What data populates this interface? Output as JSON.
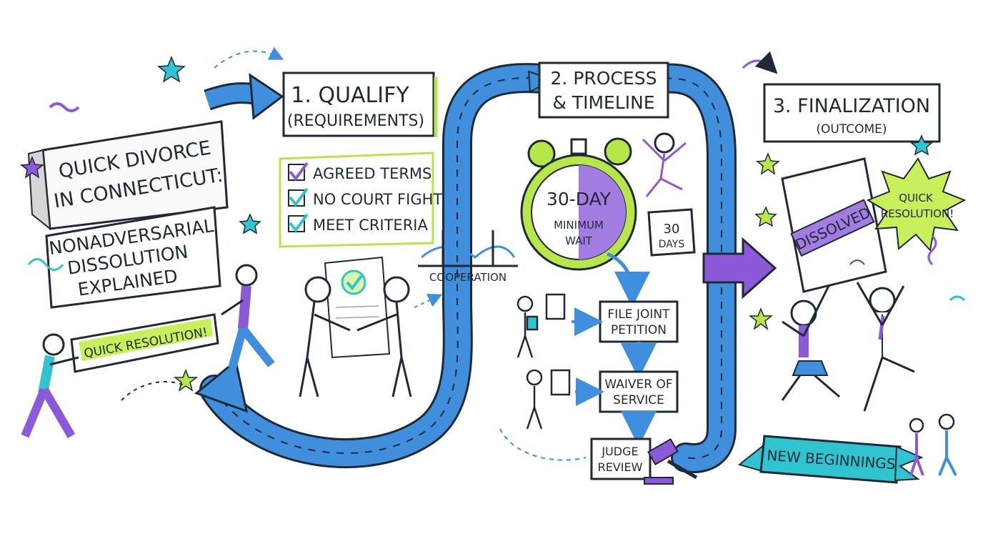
{
  "title_banner": {
    "line1": "QUICK DIVORCE",
    "line2": "IN CONNECTICUT:",
    "sub1": "NONADVERSARIAL",
    "sub2": "DISSOLUTION",
    "sub3": "EXPLAINED",
    "ribbon": "QUICK RESOLUTION!"
  },
  "step1": {
    "title": "1. QUALIFY",
    "subtitle": "(REQUIREMENTS)",
    "checklist": [
      "AGREED TERMS",
      "NO COURT FIGHT",
      "MEET CRITERIA"
    ]
  },
  "bridge_label": "COOPERATION",
  "step2": {
    "title_line1": "2. PROCESS",
    "title_line2": "& TIMELINE",
    "timer_big": "30-DAY",
    "timer_small1": "MINIMUM",
    "timer_small2": "WAIT",
    "calendar_line1": "30",
    "calendar_line2": "DAYS",
    "process_steps": [
      {
        "line1": "FILE JOINT",
        "line2": "PETITION"
      },
      {
        "line1": "WAIVER OF",
        "line2": "SERVICE"
      },
      {
        "line1": "JUDGE",
        "line2": "REVIEW"
      }
    ]
  },
  "step3": {
    "title": "3. FINALIZATION",
    "subtitle": "(OUTCOME)",
    "stamp": "DISSOLVED",
    "burst_line1": "QUICK",
    "burst_line2": "RESOLUTION!",
    "ribbon": "NEW BEGINNINGS"
  },
  "colors": {
    "road_blue": "#3f8fdc",
    "purple": "#8c5ad8",
    "lime": "#b6e64a",
    "teal": "#2fc4cf",
    "ink": "#1f2a36"
  },
  "icons": [
    "star-icon",
    "checkmark-icon",
    "stopwatch-icon",
    "calendar-icon",
    "gavel-icon",
    "document-icon",
    "bridge-icon",
    "handshake-icon"
  ]
}
